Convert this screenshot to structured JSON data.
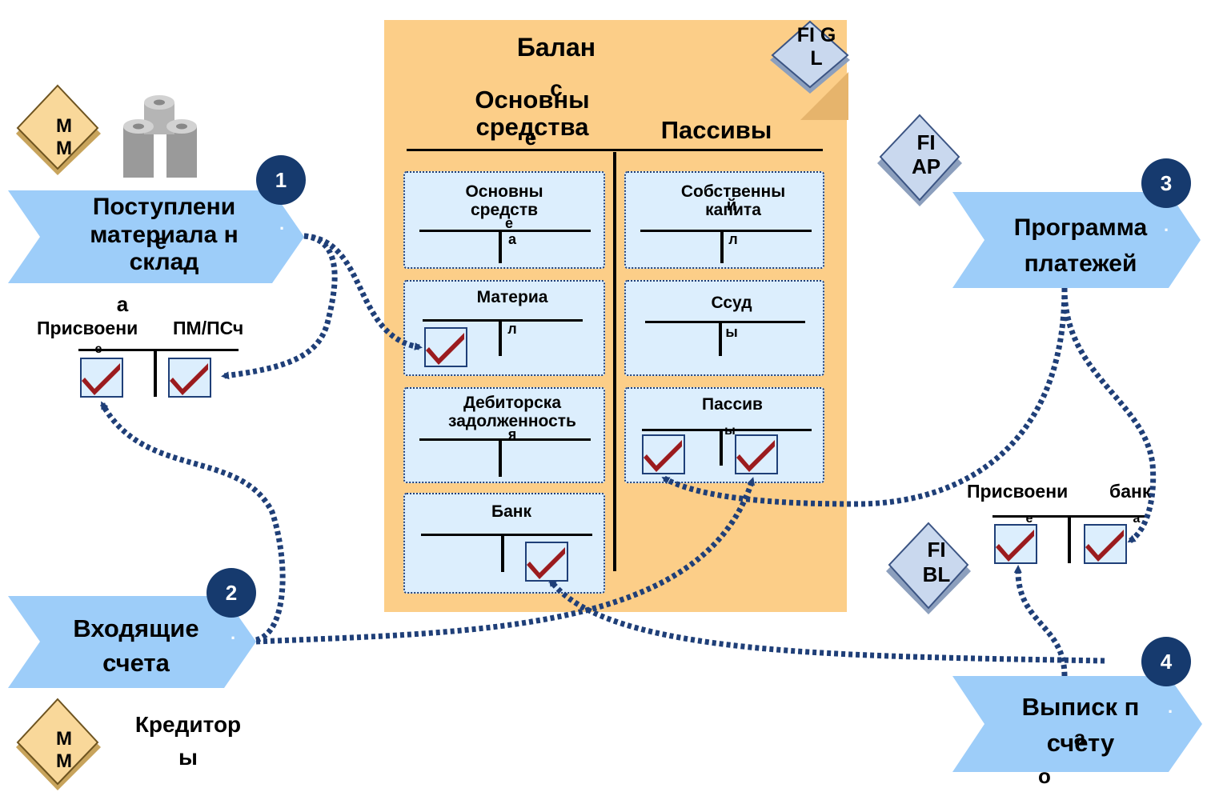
{
  "colors": {
    "sheet": "#fcce88",
    "account_fill": "#dceefd",
    "arrow_fill": "#9dcdf9",
    "badge": "#163a6e",
    "dotted_arrow": "#1f3f78",
    "check": "#9b1b1e",
    "mm_diamond": "#f9d89a",
    "fi_diamond": "#c9d8ee"
  },
  "icons": [
    "mm-module-icon",
    "fi-module-icon",
    "warehouse-rolls-icon",
    "checkmark-icon",
    "dotted-arrow-icon"
  ],
  "balance_sheet": {
    "title": "Балан",
    "title_overflow": "с",
    "col_left": "Основны средства",
    "col_left_overflow": "е",
    "col_right": "Пассивы",
    "module_tag": "FI G L",
    "accounts_left": [
      {
        "name": "Основны средств",
        "overflow_1": "е",
        "overflow_2": "а"
      },
      {
        "name": "Материа",
        "overflow": "л"
      },
      {
        "name": "Дебиторска задолженность",
        "overflow": "я"
      },
      {
        "name": "Банк"
      }
    ],
    "accounts_right": [
      {
        "name": "Собственны капита",
        "overflow_1": "й",
        "overflow_2": "л"
      },
      {
        "name": "Ссуд",
        "overflow": "ы"
      },
      {
        "name": "Пассив",
        "overflow": "ы"
      }
    ]
  },
  "steps": [
    {
      "number": "1",
      "label": "Поступлени материала н склад",
      "overflow_1": "е",
      "overflow_2": "а",
      "dot": "."
    },
    {
      "number": "2",
      "label": "Входящие счета",
      "dot": "."
    },
    {
      "number": "3",
      "label": "Программа платежей",
      "dot": "."
    },
    {
      "number": "4",
      "label": "Выписк п счету",
      "overflow_1": "а",
      "overflow_2": "о",
      "dot": "."
    }
  ],
  "assignments": {
    "gr_ir": {
      "left": "Присвоени",
      "left_overflow": "е",
      "right": "ПМ/ПСч"
    },
    "bank": {
      "left": "Присвоени",
      "left_overflow": "е",
      "right": "банк",
      "right_overflow": "а"
    }
  },
  "modules": {
    "mm_top": "М М",
    "mm_bottom": "М М",
    "fi_ap": "FI AP",
    "fi_bl": "FI BL",
    "fi_gl": "FI G L"
  },
  "vendors_label": "Кредитор ы"
}
